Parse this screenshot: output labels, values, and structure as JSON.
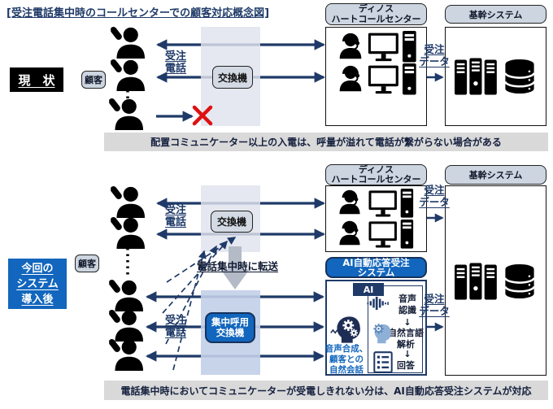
{
  "title": "[受注電話集中時のコールセンターでの顧客対応概念図]",
  "current": {
    "section_label": "現　状",
    "customer": "顧客",
    "exchange": "交換機",
    "order_call": "受注\n電話",
    "callcenter": "ディノス\nハートコールセンター",
    "order_data": "受注\nデータ",
    "core_system": "基幹システム",
    "caption": "配置コミュニケーター以上の入電は、呼量が溢れて電話が繋がらない場合がある"
  },
  "after": {
    "section_label": "今回の\nシステム\n導入後",
    "customer": "顧客",
    "exchange": "交換機",
    "order_call": "受注\n電話",
    "transfer": "電話集中時に転送",
    "concentrated_exchange": "集中呼用\n交換機",
    "callcenter": "ディノス\nハートコールセンター",
    "order_data": "受注\nデータ",
    "core_system": "基幹システム",
    "ai_system_title": "AI自動応答受注\nシステム",
    "ai_tab": "AI",
    "speech_recognition": "音声\n認識",
    "flow_arrow": "↓",
    "nl_analysis": "自然言語\n解析",
    "answer": "回答",
    "speech_synthesis": "音声合成、\n顧客との\n自然会話",
    "caption": "電話集中時においてコミュニケーターが受電しきれない分は、AI自動応答受注システムが対応"
  },
  "colors": {
    "navy": "#1f3a68",
    "blue": "#1266bd",
    "red": "#dd1111",
    "gray_column": "#dfe3ed",
    "blue_column": "#c2cfe8",
    "caption_bg": "#d9d9d9",
    "label_gray": "#ccd5e0"
  }
}
